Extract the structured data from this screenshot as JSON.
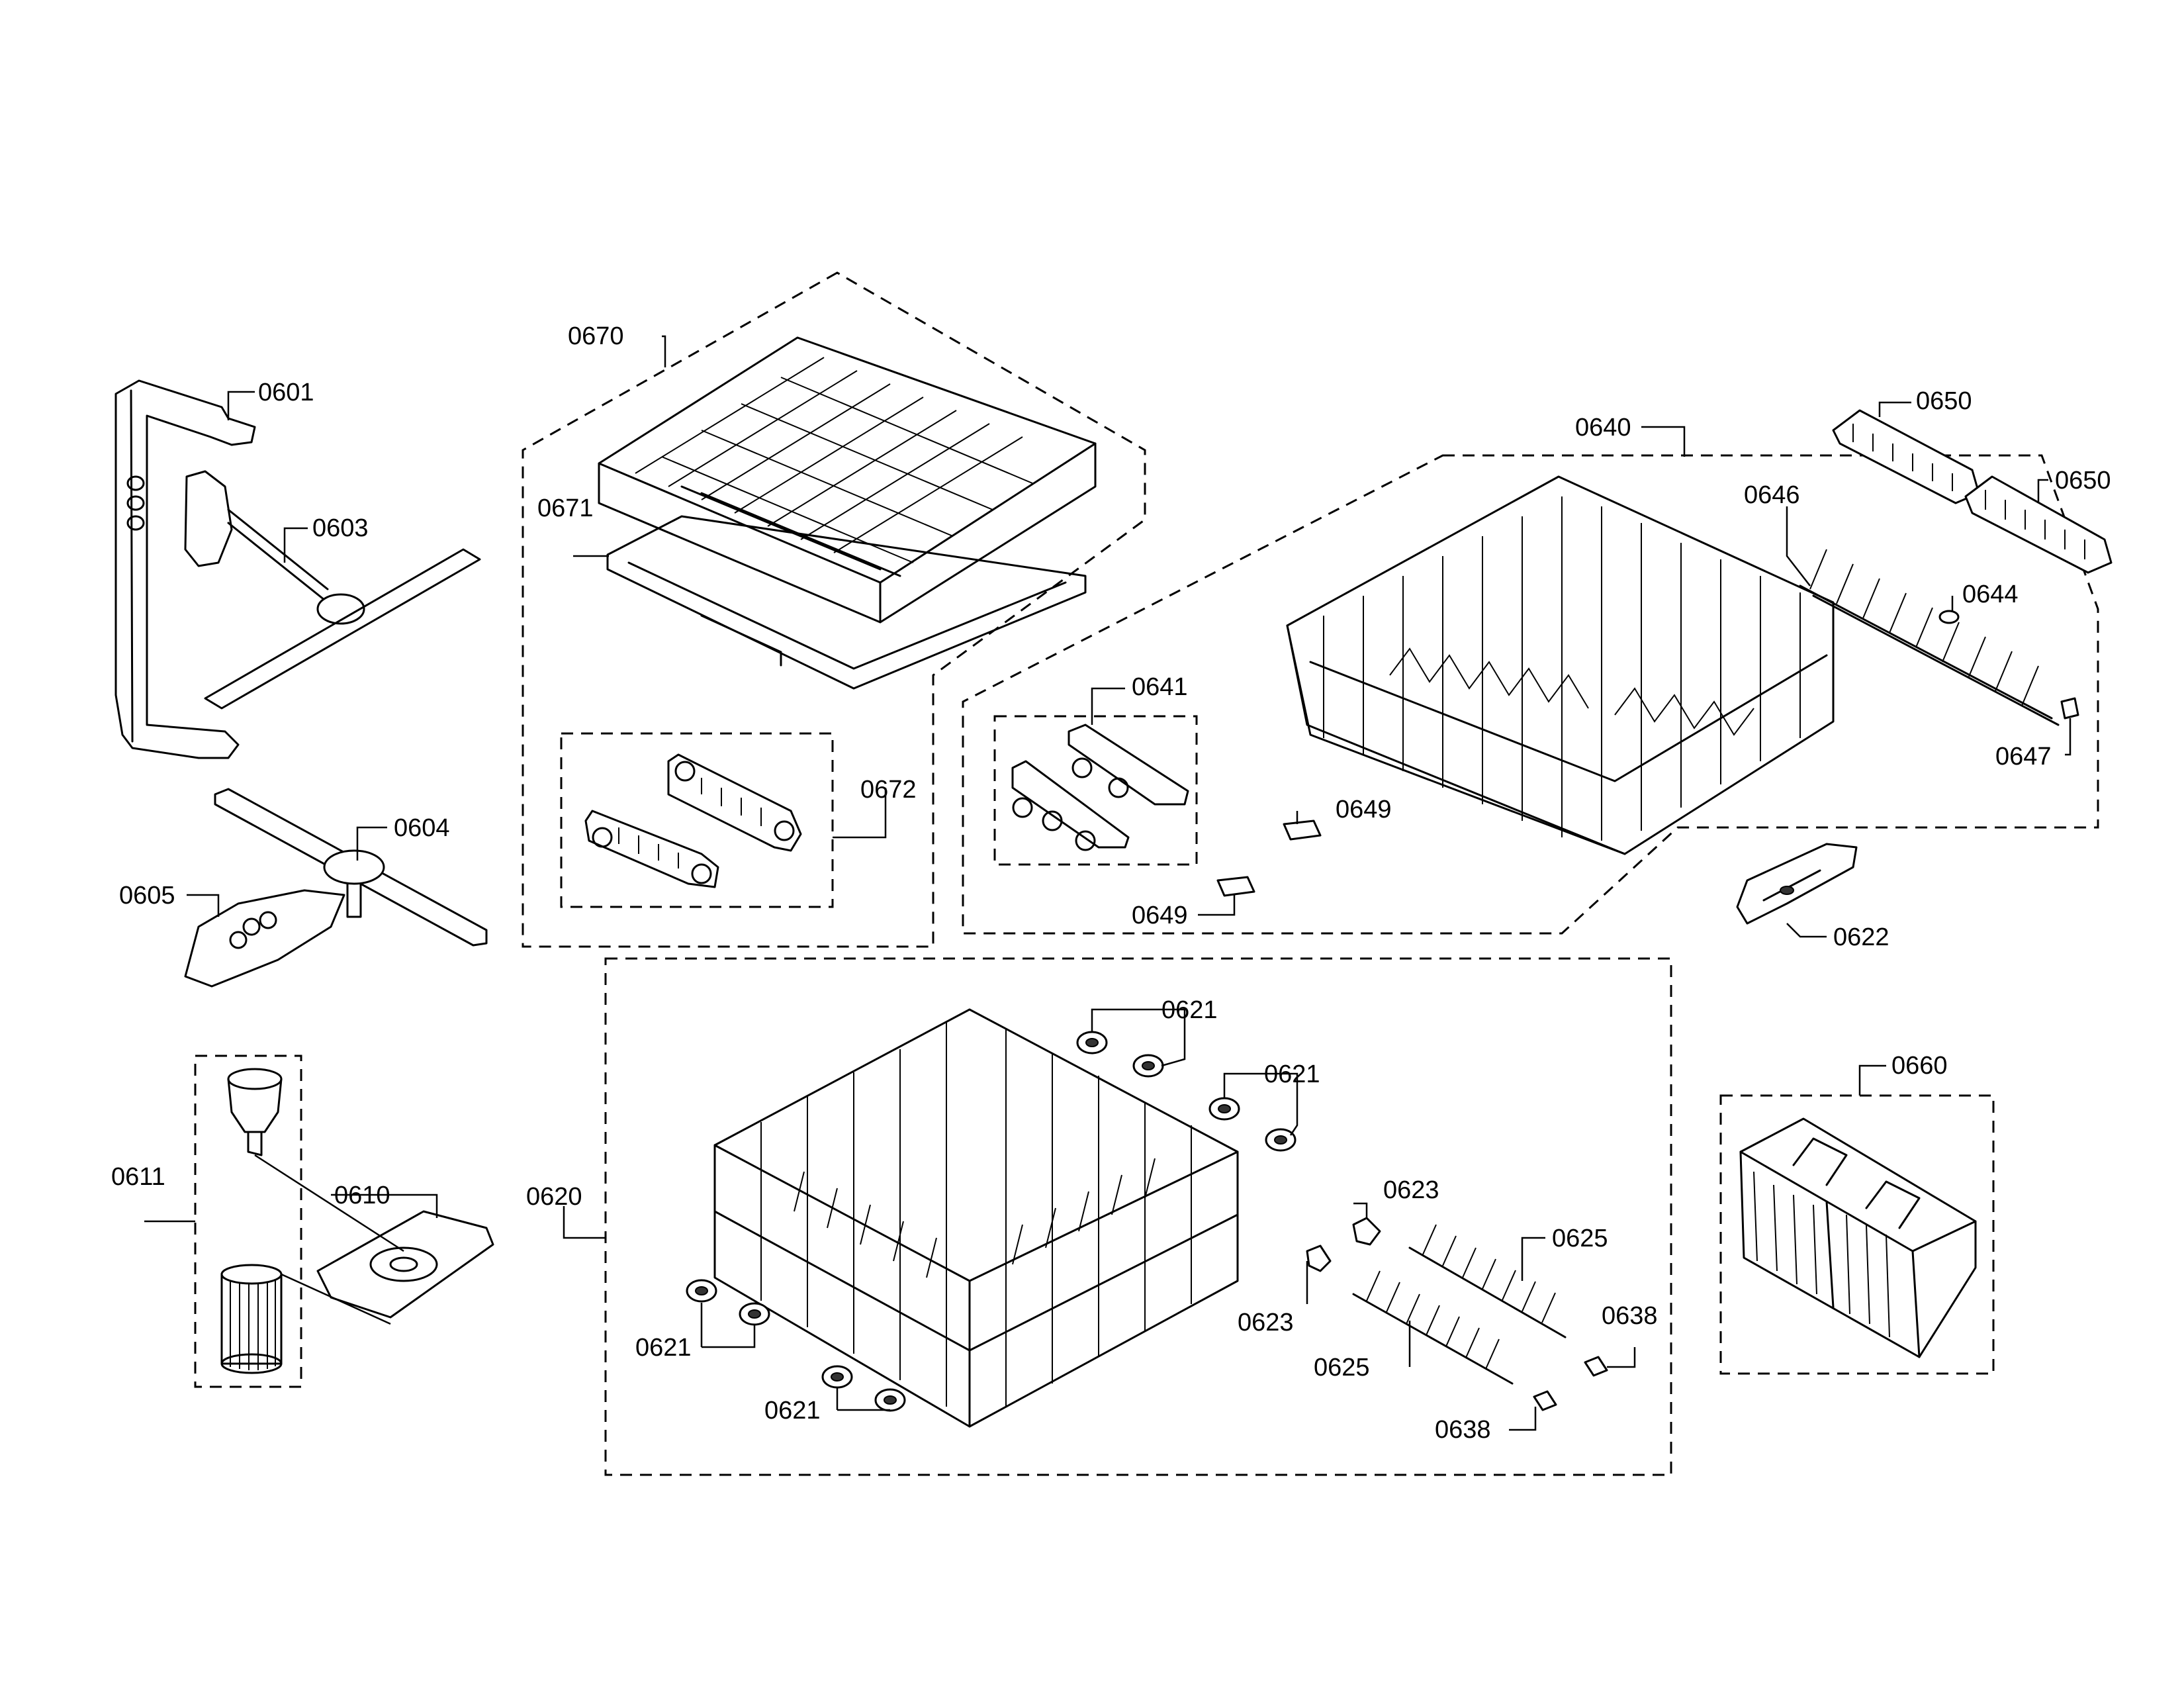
{
  "callouts": {
    "c0601": "0601",
    "c0603": "0603",
    "c0604": "0604",
    "c0605": "0605",
    "c0610": "0610",
    "c0611": "0611",
    "c0620": "0620",
    "c0621": "0621",
    "c0622": "0622",
    "c0623": "0623",
    "c0625": "0625",
    "c0638": "0638",
    "c0640": "0640",
    "c0641": "0641",
    "c0644": "0644",
    "c0646": "0646",
    "c0647": "0647",
    "c0649": "0649",
    "c0650": "0650",
    "c0660": "0660",
    "c0670": "0670",
    "c0671": "0671",
    "c0672": "0672"
  }
}
